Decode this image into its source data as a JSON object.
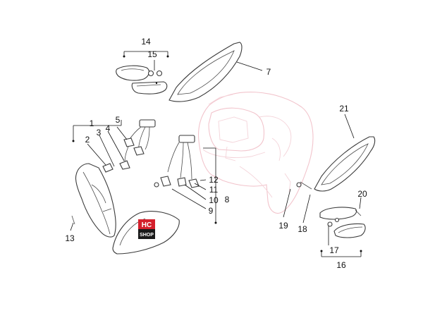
{
  "diagram": {
    "callouts": {
      "c1": "1",
      "c2": "2",
      "c3": "3",
      "c4": "4",
      "c5": "5",
      "c7": "7",
      "c8": "8",
      "c9": "9",
      "c10": "10",
      "c11": "11",
      "c12": "12",
      "c13": "13",
      "c14": "14",
      "c15": "15",
      "c16": "16",
      "c17": "17",
      "c18": "18",
      "c19": "19",
      "c20": "20",
      "c21": "21"
    },
    "logo": {
      "line1": "HC",
      "line2": "SHOP"
    },
    "colors": {
      "ghost_outline": "#f2c4cc",
      "lines": "#111111",
      "logo_red": "#d4202c",
      "logo_black": "#1a1a1a"
    }
  }
}
